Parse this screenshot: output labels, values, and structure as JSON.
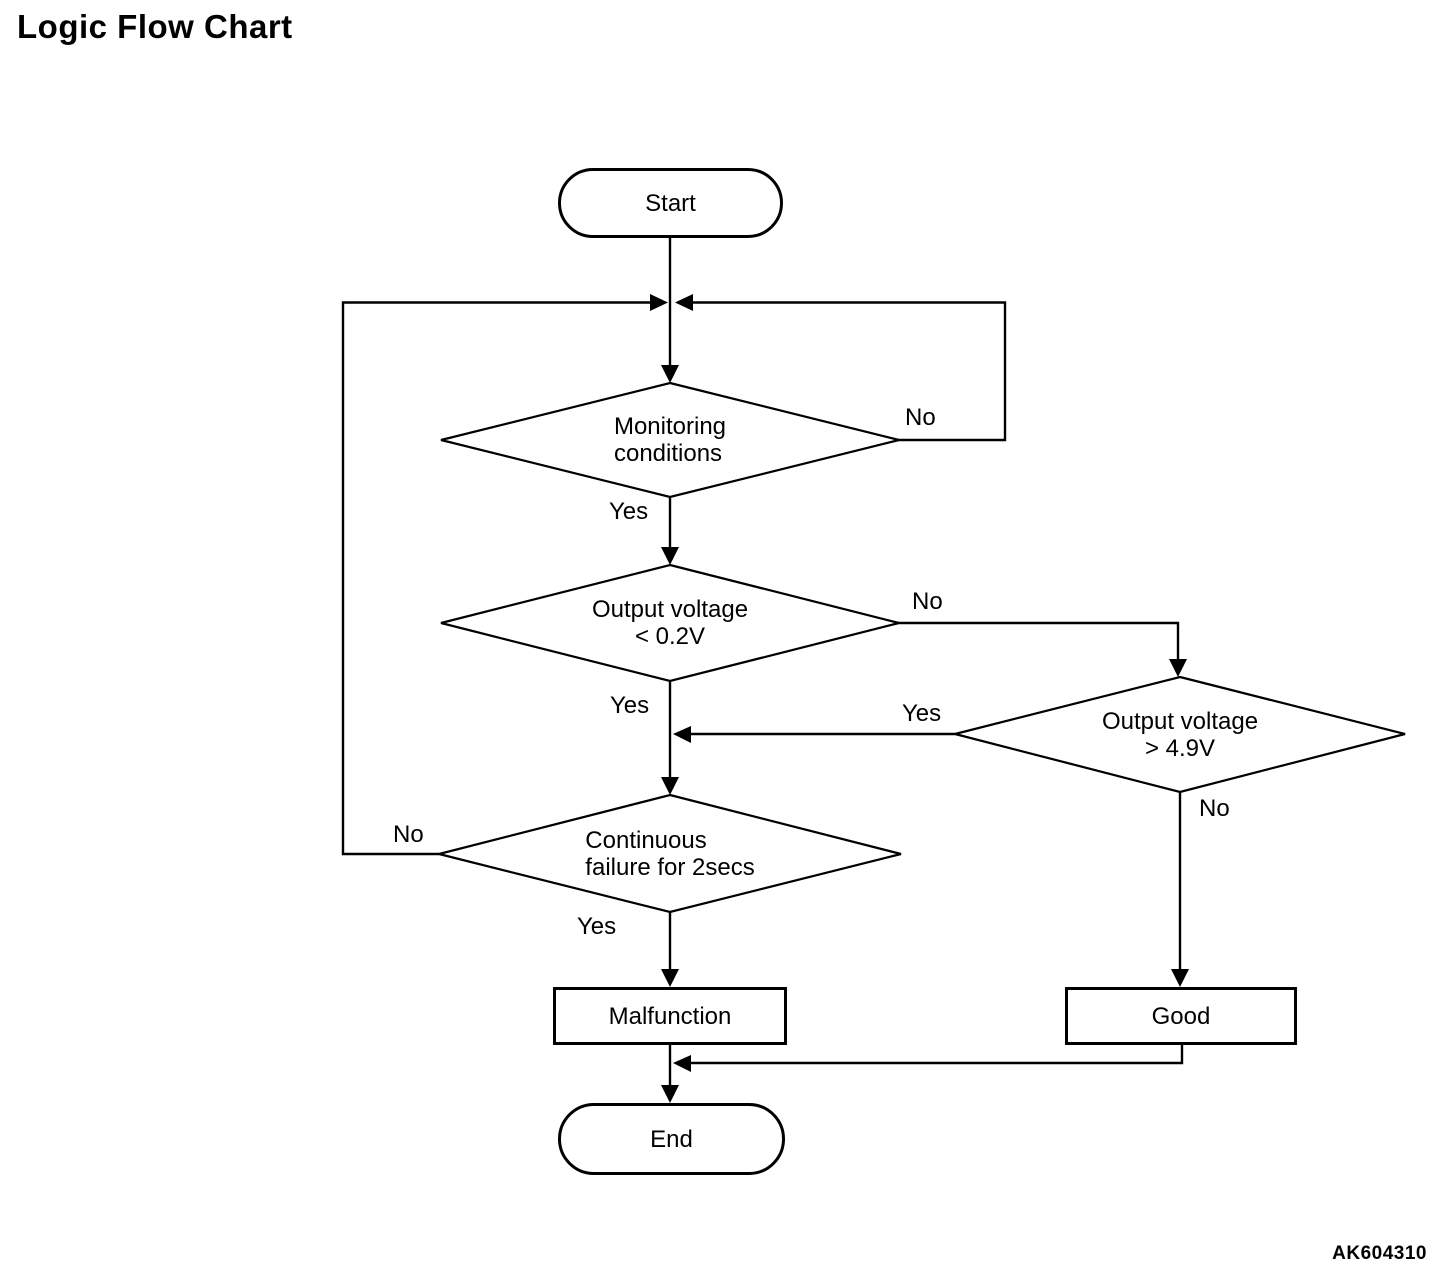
{
  "title": "Logic Flow Chart",
  "figure_code": "AK604310",
  "colors": {
    "background": "#ffffff",
    "line": "#000000",
    "text": "#000000"
  },
  "nodes": {
    "start": {
      "type": "terminator",
      "label": "Start"
    },
    "monitoring": {
      "type": "decision",
      "label": "Monitoring\nconditions"
    },
    "output_low": {
      "type": "decision",
      "label": "Output voltage\n< 0.2V"
    },
    "output_high": {
      "type": "decision",
      "label": "Output voltage\n> 4.9V"
    },
    "continuous": {
      "type": "decision",
      "label": "Continuous\nfailure for 2secs"
    },
    "malfunction": {
      "type": "process",
      "label": "Malfunction"
    },
    "good": {
      "type": "process",
      "label": "Good"
    },
    "end": {
      "type": "terminator",
      "label": "End"
    }
  },
  "edge_labels": {
    "monitoring_no": "No",
    "monitoring_yes": "Yes",
    "output_low_no": "No",
    "output_low_yes": "Yes",
    "output_high_yes": "Yes",
    "output_high_no": "No",
    "continuous_no": "No",
    "continuous_yes": "Yes"
  }
}
